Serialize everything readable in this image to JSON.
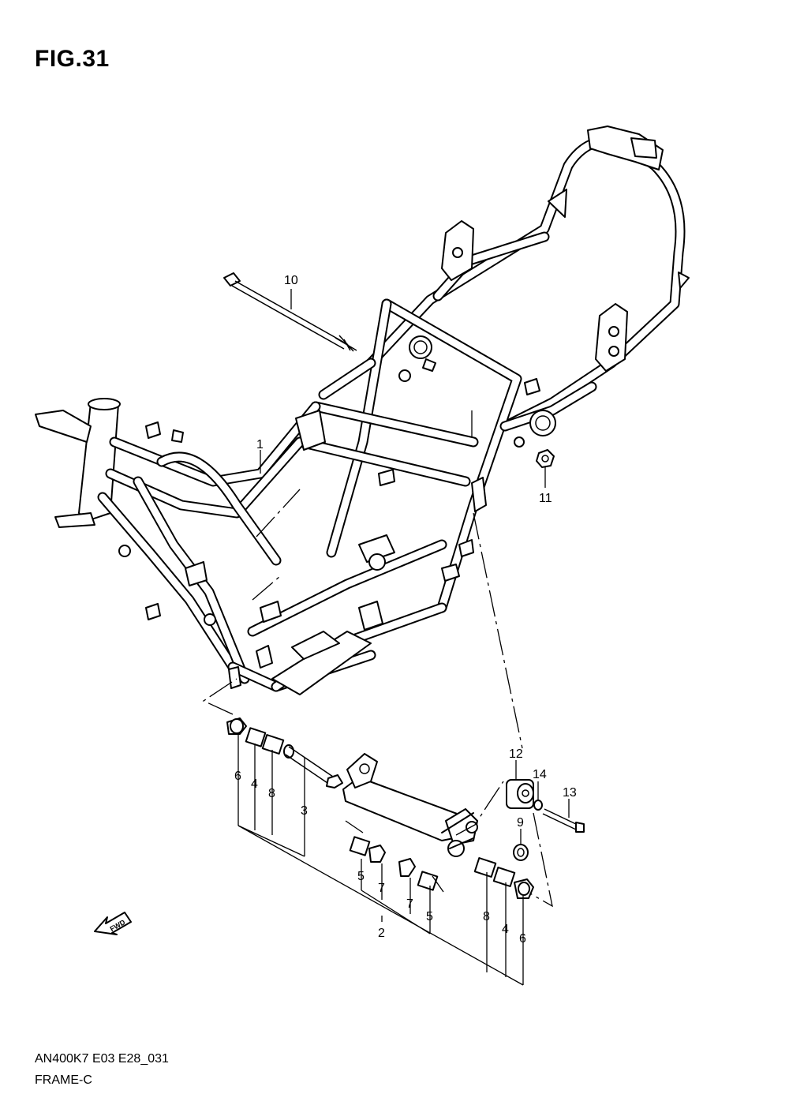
{
  "figure": {
    "title": "FIG.31",
    "model_code": "AN400K7 E03 E28_031",
    "group_name": "FRAME-C",
    "fwd_label": "FWD"
  },
  "callouts": [
    "1",
    "2",
    "3",
    "4",
    "5",
    "6",
    "7",
    "8",
    "9",
    "10",
    "11",
    "12",
    "13",
    "14"
  ],
  "callout_labels": {
    "c10": "10",
    "c1": "1",
    "c11": "11",
    "c12": "12",
    "c14": "14",
    "c13": "13",
    "c9": "9",
    "c6a": "6",
    "c4a": "4",
    "c8a": "8",
    "c3": "3",
    "c5a": "5",
    "c7a": "7",
    "c2": "2",
    "c7b": "7",
    "c5b": "5",
    "c8b": "8",
    "c4b": "4",
    "c6b": "6"
  }
}
